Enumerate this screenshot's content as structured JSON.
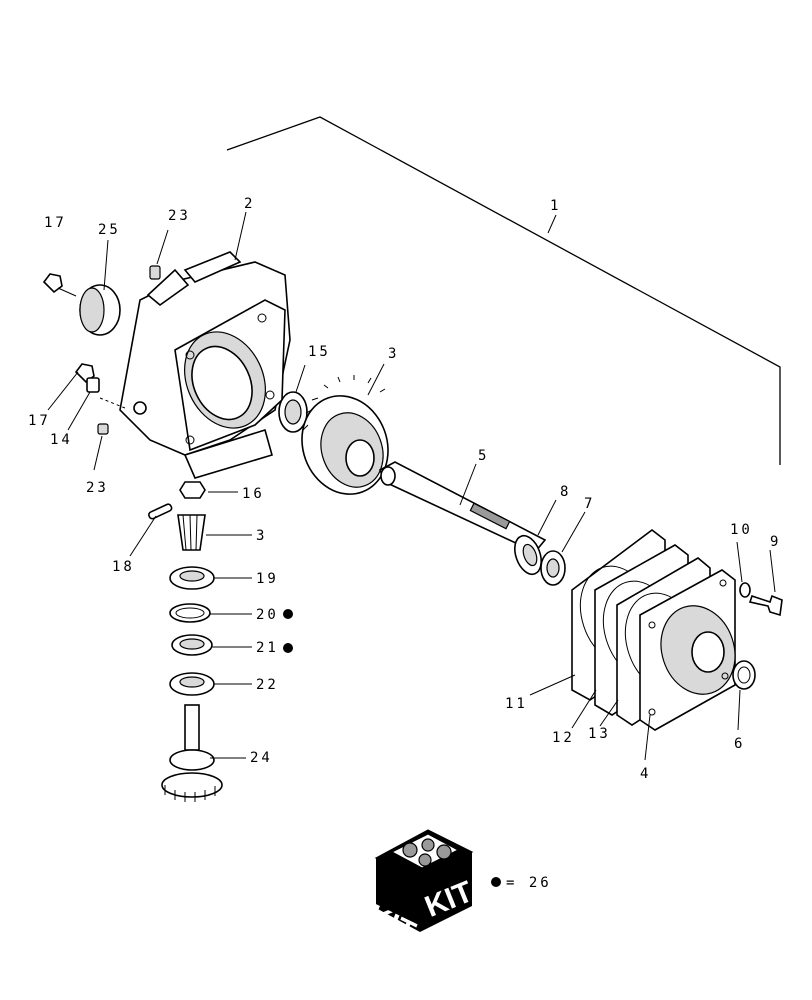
{
  "callouts": {
    "c1": "1",
    "c2": "2",
    "c3a": "3",
    "c3b": "3",
    "c4": "4",
    "c5": "5",
    "c6": "6",
    "c7": "7",
    "c8": "8",
    "c9": "9",
    "c10": "10",
    "c11": "11",
    "c12": "12",
    "c13": "13",
    "c14": "14",
    "c15": "15",
    "c16": "16",
    "c17a": "17",
    "c17b": "17",
    "c18": "18",
    "c19": "19",
    "c20": "20",
    "c21": "21",
    "c22": "22",
    "c23a": "23",
    "c23b": "23",
    "c24": "24",
    "c25": "25"
  },
  "kit": {
    "left_label": "KIT",
    "right_label": "KIT",
    "legend_text": "= 26"
  }
}
